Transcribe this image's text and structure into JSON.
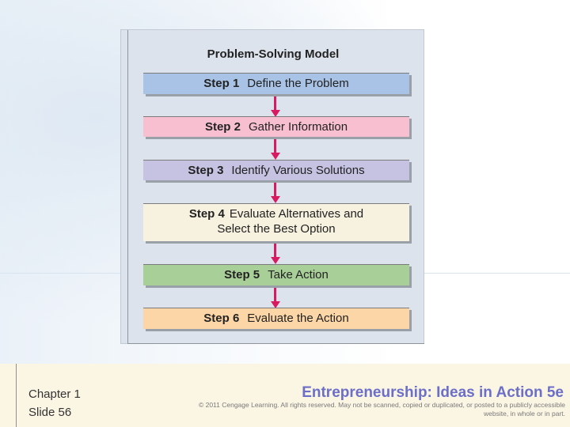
{
  "figure": {
    "title": "Problem-Solving Model",
    "steps": [
      {
        "num": "Step 1",
        "text": "Define the Problem",
        "color": "#a8c3e6"
      },
      {
        "num": "Step 2",
        "text": "Gather Information",
        "color": "#f7bfd0"
      },
      {
        "num": "Step 3",
        "text": "Identify Various Solutions",
        "color": "#c6c3e2"
      },
      {
        "num": "Step 4",
        "text_line1": "Evaluate Alternatives and",
        "text_line2": "Select the Best Option",
        "color": "#f7f1df"
      },
      {
        "num": "Step 5",
        "text": "Take Action",
        "color": "#a9cf98"
      },
      {
        "num": "Step 6",
        "text": "Evaluate the Action",
        "color": "#fcd6a7"
      }
    ],
    "arrow_color": "#d81b60"
  },
  "footer": {
    "chapter": "Chapter 1",
    "slide": "Slide 56",
    "book_title": "Entrepreneurship: Ideas in Action 5e",
    "copyright_line1": "© 2011 Cengage Learning. All rights reserved. May not be scanned, copied or duplicated, or posted to a publicly accessible",
    "copyright_line2": "website, in whole or in part."
  }
}
